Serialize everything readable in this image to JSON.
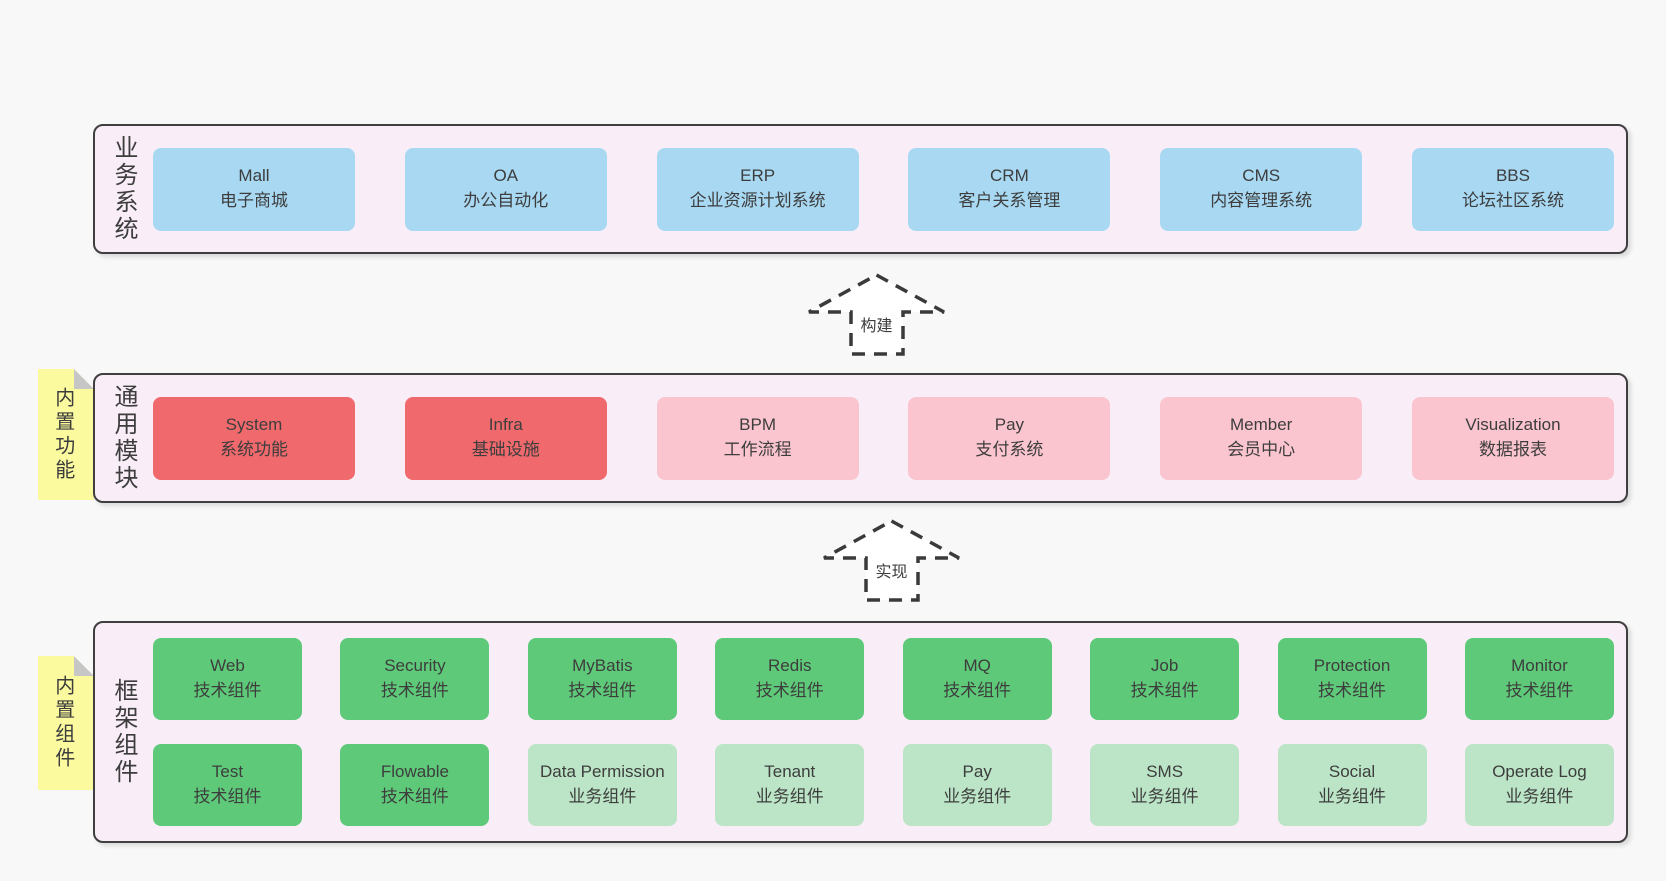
{
  "colors": {
    "page_bg": "#f8f8f8",
    "panel_bg": "#f9eef8",
    "panel_border": "#3f3f3f",
    "text": "#3d3d3d",
    "blue": "#a8d8f2",
    "red": "#f0696c",
    "pink": "#fac5cf",
    "green": "#5ec979",
    "green_light": "#bbe5c6",
    "yellow": "#fbfa9f",
    "fold_gray": "#c6c6c6",
    "arrow_fill": "#ffffff",
    "arrow_stroke": "#3a3a3a"
  },
  "arrows": [
    {
      "label": "构建"
    },
    {
      "label": "实现"
    }
  ],
  "sections": {
    "business": {
      "side_label": "业务系统",
      "boxes": [
        {
          "title": "Mall",
          "subtitle": "电子商城"
        },
        {
          "title": "OA",
          "subtitle": "办公自动化"
        },
        {
          "title": "ERP",
          "subtitle": "企业资源计划系统"
        },
        {
          "title": "CRM",
          "subtitle": "客户关系管理"
        },
        {
          "title": "CMS",
          "subtitle": "内容管理系统"
        },
        {
          "title": "BBS",
          "subtitle": "论坛社区系统"
        }
      ]
    },
    "common": {
      "side_label": "通用模块",
      "sticky_label": "内置功能",
      "boxes": [
        {
          "title": "System",
          "subtitle": "系统功能"
        },
        {
          "title": "Infra",
          "subtitle": "基础设施"
        },
        {
          "title": "BPM",
          "subtitle": "工作流程"
        },
        {
          "title": "Pay",
          "subtitle": "支付系统"
        },
        {
          "title": "Member",
          "subtitle": "会员中心"
        },
        {
          "title": "Visualization",
          "subtitle": "数据报表"
        }
      ]
    },
    "framework": {
      "side_label": "框架组件",
      "sticky_label": "内置组件",
      "rows": [
        [
          {
            "title": "Web",
            "subtitle": "技术组件"
          },
          {
            "title": "Security",
            "subtitle": "技术组件"
          },
          {
            "title": "MyBatis",
            "subtitle": "技术组件"
          },
          {
            "title": "Redis",
            "subtitle": "技术组件"
          },
          {
            "title": "MQ",
            "subtitle": "技术组件"
          },
          {
            "title": "Job",
            "subtitle": "技术组件"
          },
          {
            "title": "Protection",
            "subtitle": "技术组件"
          },
          {
            "title": "Monitor",
            "subtitle": "技术组件"
          }
        ],
        [
          {
            "title": "Test",
            "subtitle": "技术组件"
          },
          {
            "title": "Flowable",
            "subtitle": "技术组件"
          },
          {
            "title": "Data Permission",
            "subtitle": "业务组件"
          },
          {
            "title": "Tenant",
            "subtitle": "业务组件"
          },
          {
            "title": "Pay",
            "subtitle": "业务组件"
          },
          {
            "title": "SMS",
            "subtitle": "业务组件"
          },
          {
            "title": "Social",
            "subtitle": "业务组件"
          },
          {
            "title": "Operate Log",
            "subtitle": "业务组件"
          }
        ]
      ]
    }
  }
}
